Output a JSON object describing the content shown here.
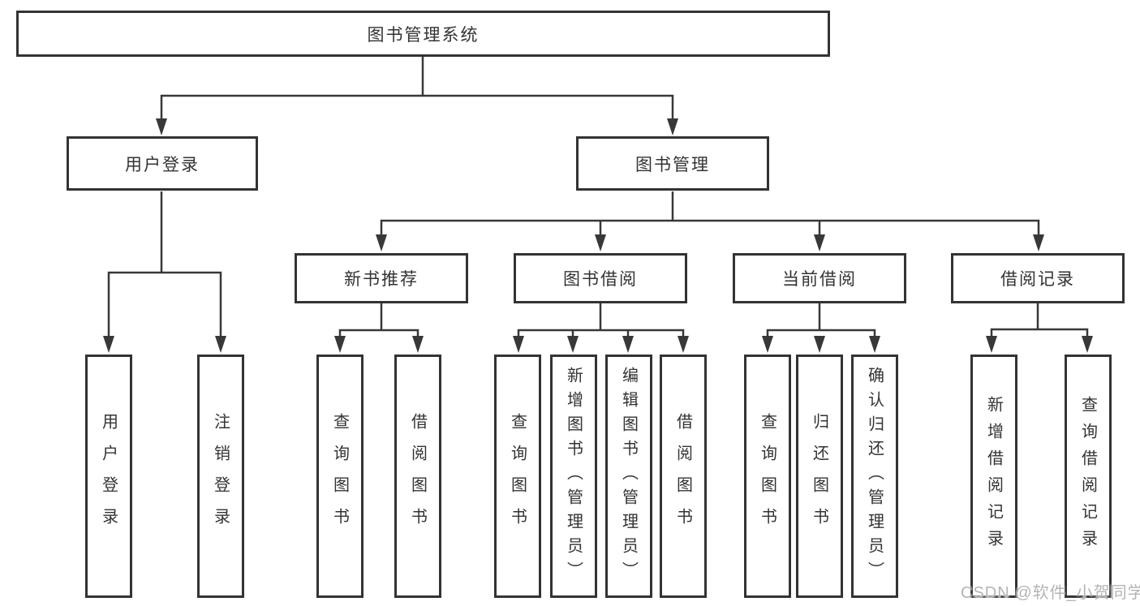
{
  "diagram_title": "图书管理系统",
  "watermark": "CSDN @软件_小贺同学",
  "colors": {
    "line": "#383838",
    "box_border": "#333333",
    "text": "#333333",
    "background": "#ffffff",
    "watermark": "#b4b4b4"
  },
  "tree": {
    "label": "图书管理系统",
    "children": [
      {
        "label": "用户登录",
        "children": [
          {
            "label": "用户登录"
          },
          {
            "label": "注销登录"
          }
        ]
      },
      {
        "label": "图书管理",
        "children": [
          {
            "label": "新书推荐",
            "children": [
              {
                "label": "查询图书"
              },
              {
                "label": "借阅图书"
              }
            ]
          },
          {
            "label": "图书借阅",
            "children": [
              {
                "label": "查询图书"
              },
              {
                "label": "新增图书（管理员）"
              },
              {
                "label": "编辑图书（管理员）"
              },
              {
                "label": "借阅图书"
              }
            ]
          },
          {
            "label": "当前借阅",
            "children": [
              {
                "label": "查询图书"
              },
              {
                "label": "归还图书"
              },
              {
                "label": "确认归还（管理员）"
              }
            ]
          },
          {
            "label": "借阅记录",
            "children": [
              {
                "label": "新增借阅记录"
              },
              {
                "label": "查询借阅记录"
              }
            ]
          }
        ]
      }
    ]
  }
}
